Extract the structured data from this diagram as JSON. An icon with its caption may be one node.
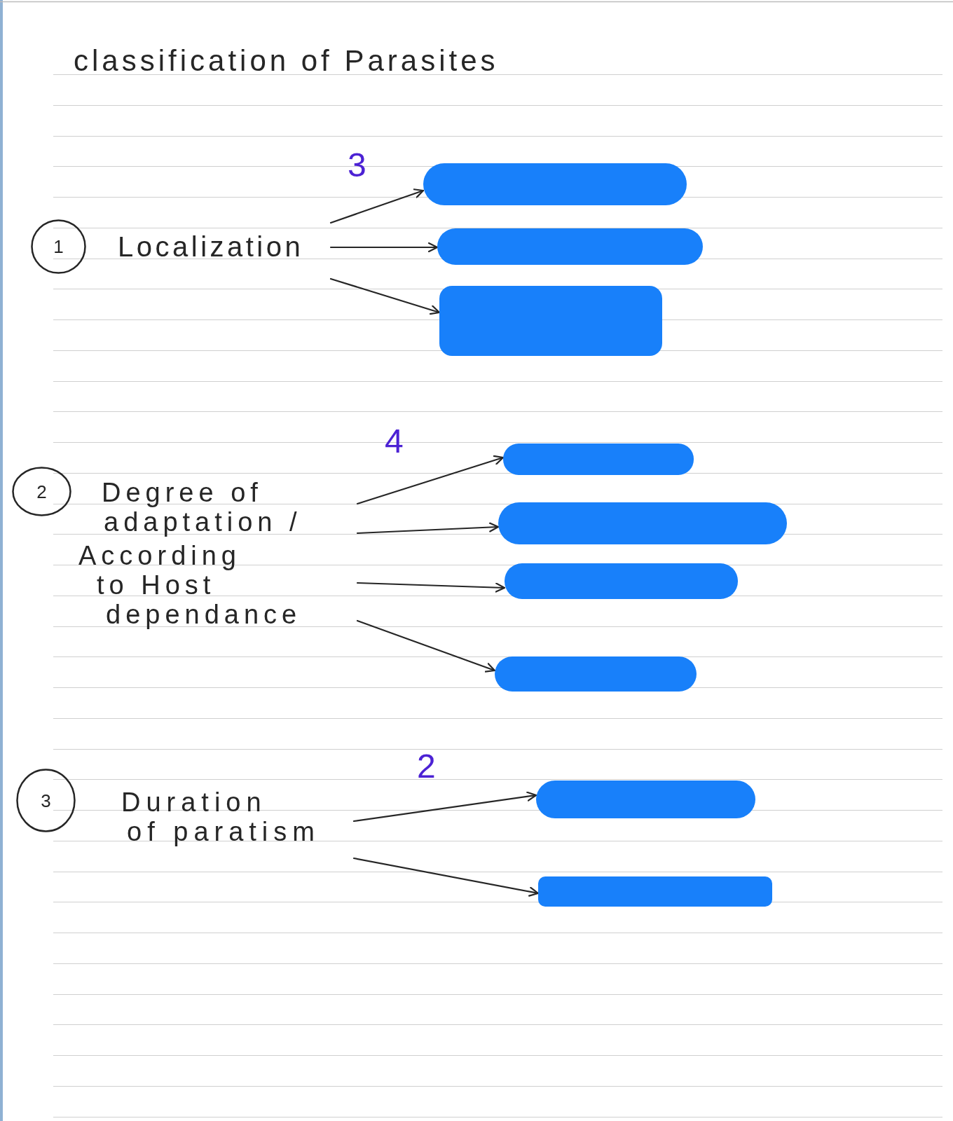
{
  "diagram": {
    "title": "classification of Parasites",
    "nodes": [
      {
        "text": [
          "1"
        ]
      },
      {
        "text": [
          "Localization"
        ]
      },
      {
        "text": [],
        "shape": "bar"
      },
      {
        "text": [],
        "shape": "bar"
      },
      {
        "text": [],
        "shape": "bar"
      },
      {
        "text": [
          "2"
        ]
      },
      {
        "text": [
          "Degree of adaptation /",
          "According to Host dependance"
        ]
      },
      {
        "text": [],
        "shape": "bar"
      },
      {
        "text": [],
        "shape": "bar"
      },
      {
        "text": [],
        "shape": "bar"
      },
      {
        "text": [],
        "shape": "bar"
      },
      {
        "text": [
          "3"
        ]
      },
      {
        "text": [
          "Duration of paratism"
        ]
      },
      {
        "text": [],
        "shape": "bar"
      },
      {
        "text": [],
        "shape": "bar"
      }
    ],
    "edges": [
      {
        "from": 1,
        "to": 2,
        "arrow": "to"
      },
      {
        "from": 1,
        "to": 3,
        "arrow": "to"
      },
      {
        "from": 1,
        "to": 4,
        "arrow": "to"
      },
      {
        "from": 6,
        "to": 7,
        "arrow": "to"
      },
      {
        "from": 6,
        "to": 8,
        "arrow": "to"
      },
      {
        "from": 6,
        "to": 9,
        "arrow": "to"
      },
      {
        "from": 6,
        "to": 10,
        "arrow": "to"
      },
      {
        "from": 12,
        "to": 13,
        "arrow": "to"
      },
      {
        "from": 12,
        "to": 14,
        "arrow": "to"
      }
    ],
    "labels": [
      "3",
      "4",
      "2"
    ]
  }
}
